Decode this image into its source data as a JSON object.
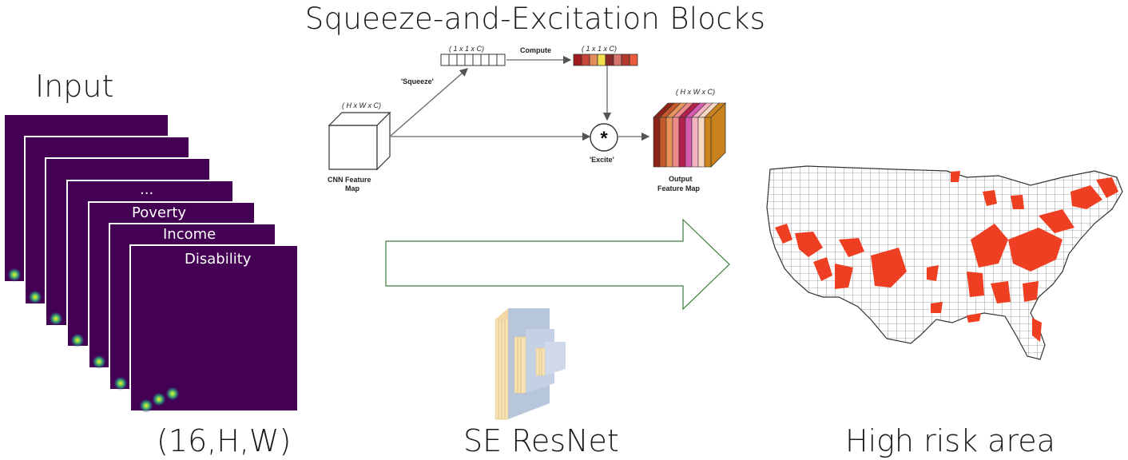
{
  "title": "Squeeze-and-Excitation Blocks",
  "input": {
    "title": "Input",
    "layers": [
      "...",
      "Poverty",
      "Income",
      "Disability"
    ],
    "shape": "(16,H,W)"
  },
  "se_block": {
    "input_dims": "( H x W x C)",
    "input_label_line1": "CNN Feature",
    "input_label_line2": "Map",
    "squeeze_label": "'Squeeze'",
    "squeeze_dims": "( 1 x 1 x C)",
    "compute_label": "Compute",
    "compute_dims": "( 1 x 1 x C)",
    "excite_label": "'Excite'",
    "multiply_symbol": "*",
    "output_dims": "( H x W x C)",
    "output_label_line1": "Output",
    "output_label_line2": "Feature Map",
    "channel_colors": [
      "#a11a1f",
      "#c9473a",
      "#e38d5c",
      "#f5df4d",
      "#8b2a2a",
      "#d9746a",
      "#b3392f",
      "#e85a3a"
    ],
    "output_slice_colors": [
      "#8e2418",
      "#c45a2c",
      "#e8935a",
      "#f08a8a",
      "#b3204b",
      "#d65ab0",
      "#f3b3c0",
      "#f9d7c5",
      "#c9821c"
    ]
  },
  "model": {
    "label": "SE ResNet"
  },
  "output": {
    "label": "High risk area",
    "highlight_color": "#ee3f23"
  }
}
